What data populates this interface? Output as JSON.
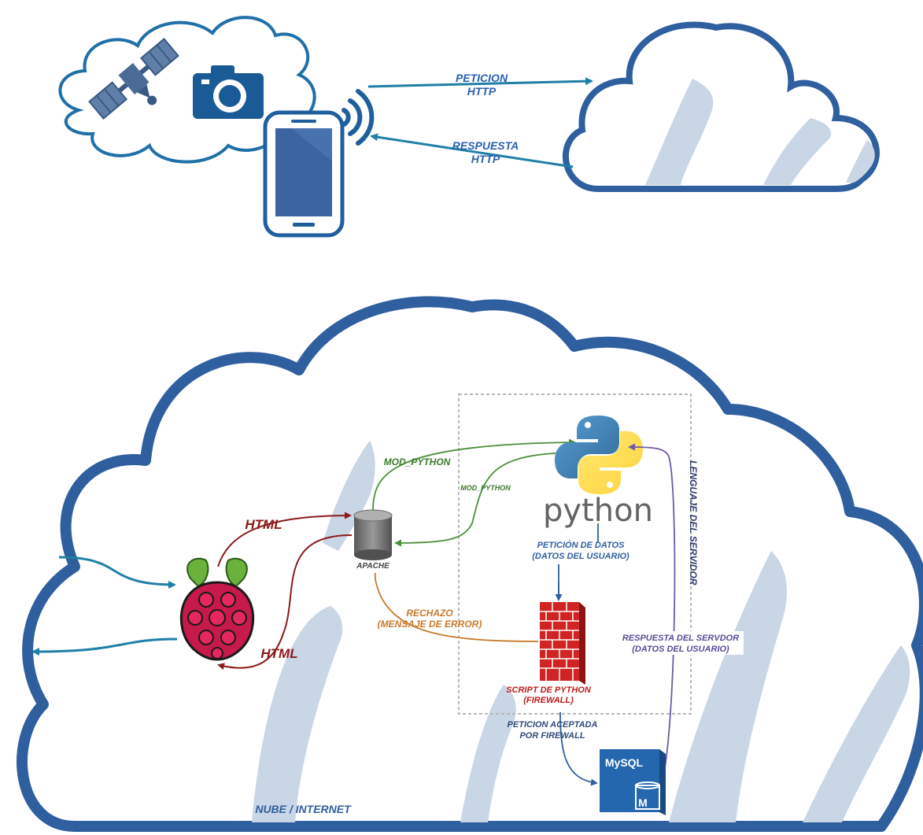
{
  "top": {
    "request_line1": "PETICION",
    "request_line2": "HTTP",
    "response_line1": "RESPUESTA",
    "response_line2": "HTTP"
  },
  "cloud": {
    "html_top": "HTML",
    "html_bottom": "HTML",
    "mod_python_1": "MOD_PYTHON",
    "mod_python_2": "MOD_PYTHON",
    "apache": "APACHE",
    "python_logo_text": "python",
    "server_language": "LENGUAJE DEL SERVIDOR",
    "data_request_1": "PETICIÓN DE DATOS",
    "data_request_2": "(DATOS DEL USUARIO)",
    "rejection_1": "RECHAZO",
    "rejection_2": "(MENSAJE DE ERROR)",
    "server_response_1": "RESPUESTA DEL SERVDOR",
    "server_response_2": "(DATOS DEL USUARIO)",
    "firewall_1": "SCRIPT DE PYTHON",
    "firewall_2": "(FIREWALL)",
    "accepted_1": "PETICION ACEPTADA",
    "accepted_2": "POR FIREWALL",
    "mysql": "MySQL",
    "mysql_m": "M",
    "footer": "NUBE / INTERNET"
  },
  "colors": {
    "cloud_blue": "#2f5f9e",
    "shade": "#c9d6e6",
    "arrow_teal": "#1f7fa6",
    "html_red": "#8b1a1a",
    "mod_green": "#4a8f3a",
    "reject_orange": "#c87a2a",
    "violet": "#6f5aa8",
    "firewall_red": "#d02424"
  }
}
